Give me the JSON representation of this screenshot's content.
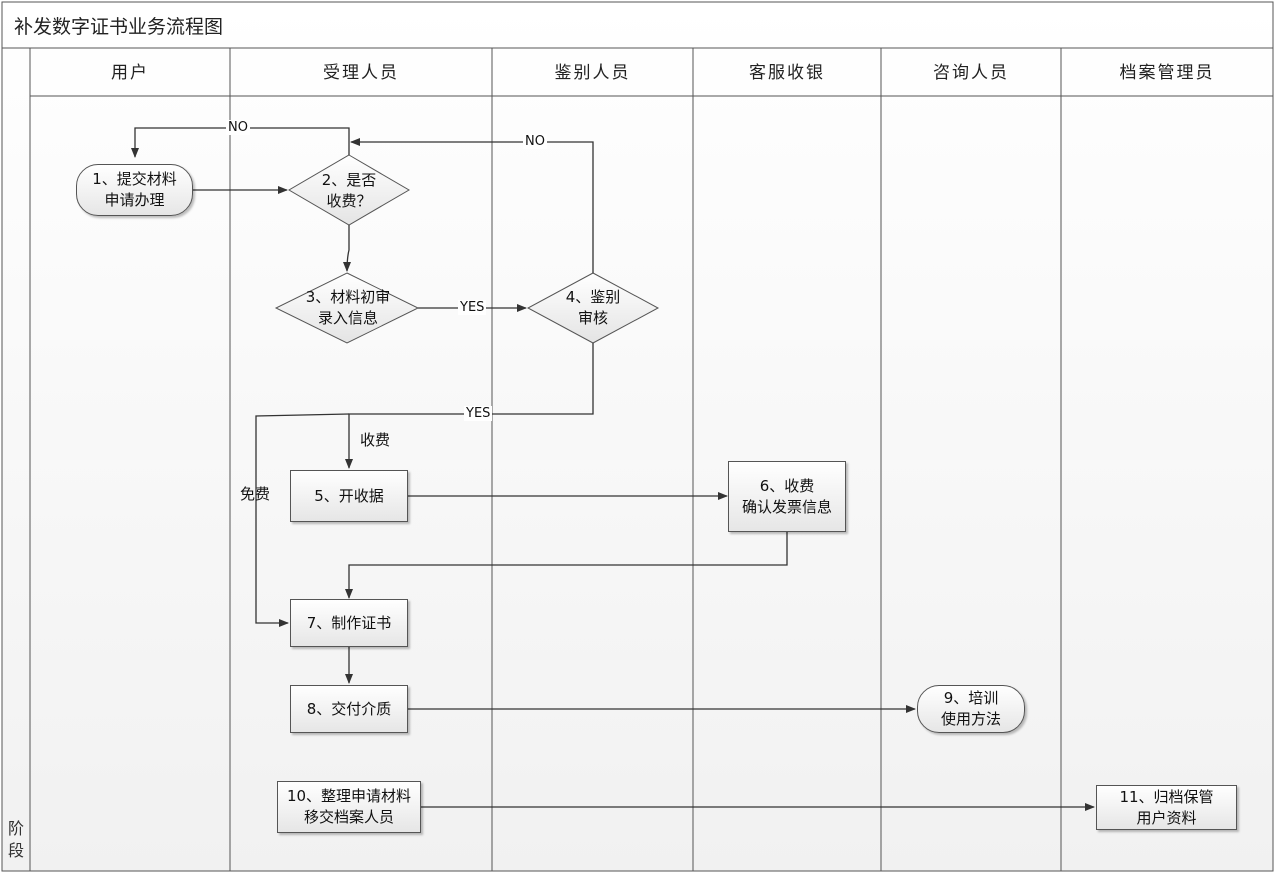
{
  "title": "补发数字证书业务流程图",
  "stage_label": "阶段",
  "lanes": [
    "用户",
    "受理人员",
    "鉴别人员",
    "客服收银",
    "咨询人员",
    "档案管理员"
  ],
  "nodes": {
    "n1": "1、提交材料\n申请办理",
    "n2": "2、是否\n收费？",
    "n3": "3、材料初审\n录入信息",
    "n4": "4、鉴别\n审核",
    "n5": "5、开收据",
    "n6": "6、收费\n确认发票信息",
    "n7": "7、制作证书",
    "n8": "8、交付介质",
    "n9": "9、培训\n使用方法",
    "n10": "10、整理申请材料\n移交档案人员",
    "n11": "11、归档保管\n用户资料"
  },
  "edge_labels": {
    "no_top": "NO",
    "no_right": "NO",
    "yes_3_4": "YES",
    "yes_4": "YES",
    "fee": "收费",
    "free": "免费"
  }
}
